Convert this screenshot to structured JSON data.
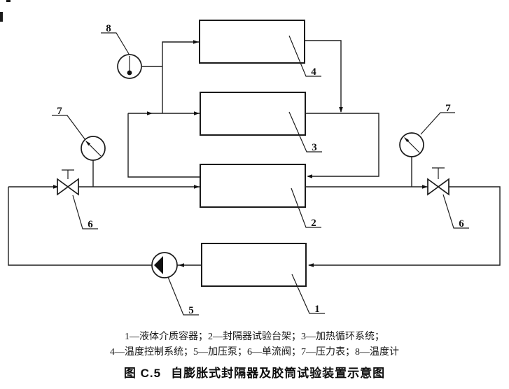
{
  "figure": {
    "number_labels": {
      "box1": "1",
      "box2": "2",
      "box3": "3",
      "box4": "4",
      "pump": "5",
      "valve_left": "6",
      "valve_right": "6",
      "gauge_left": "7",
      "gauge_right": "7",
      "thermometer": "8"
    },
    "legend": {
      "line1": [
        "1—液体介质容器；",
        "2—封隔器试验台架；",
        "3—加热循环系统；"
      ],
      "line2": [
        "4—温度控制系统；",
        "5—加压泵；",
        "6—单流阀；",
        "7—压力表；",
        "8—温度计"
      ]
    },
    "caption": {
      "fig_label": "图 C.5",
      "title": "自膨胀式封隔器及胶筒试验装置示意图"
    },
    "colors": {
      "line": "#1a1a1a",
      "background": "#ffffff"
    }
  }
}
